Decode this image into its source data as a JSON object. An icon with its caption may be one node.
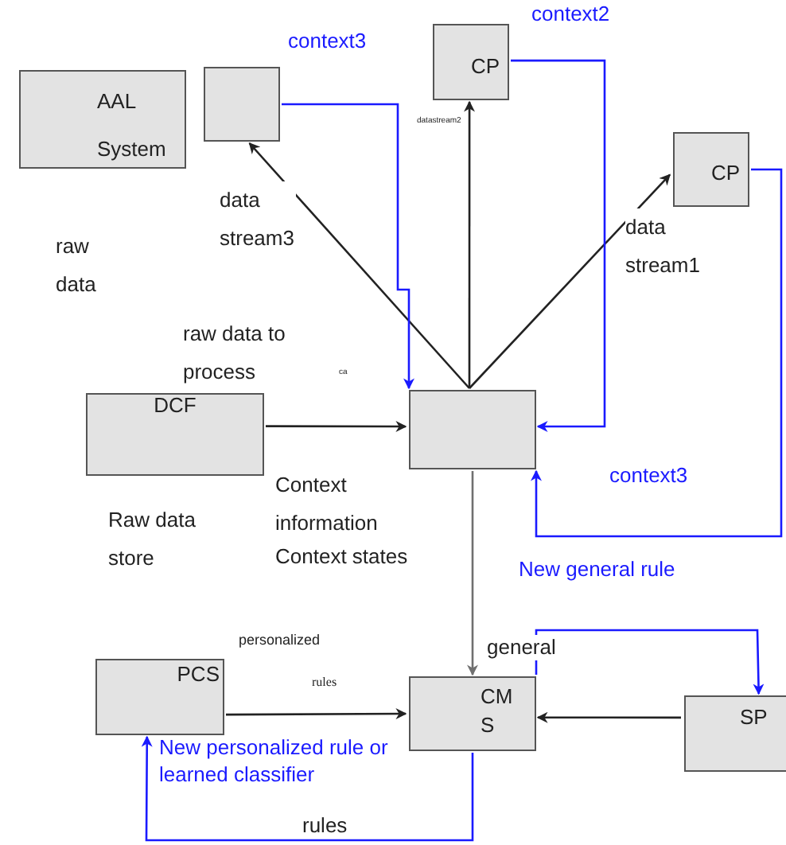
{
  "diagram": {
    "nodes": [
      {
        "text": [
          "AAL System"
        ]
      },
      {
        "text": [],
        "shape": "box"
      },
      {
        "text": [
          "CP"
        ]
      },
      {
        "text": [
          "CP"
        ]
      },
      {
        "text": [],
        "shape": "box"
      },
      {
        "text": [
          "DCF"
        ]
      },
      {
        "text": [
          "PCS"
        ]
      },
      {
        "text": [
          "CM S"
        ]
      },
      {
        "text": [
          "SP"
        ]
      }
    ],
    "edges": [
      {
        "from": 4,
        "to": 1,
        "arrow": "to",
        "label": "data stream3"
      },
      {
        "from": 4,
        "to": 2,
        "arrow": "to",
        "label": "datastream2"
      },
      {
        "from": 4,
        "to": 3,
        "arrow": "to",
        "label": "data stream1"
      },
      {
        "from": 5,
        "to": 4,
        "arrow": "to"
      },
      {
        "from": 1,
        "to": 4,
        "arrow": "to",
        "label": "context3",
        "color": "#1a1aff"
      },
      {
        "from": 2,
        "to": 4,
        "arrow": "to",
        "label": "context2",
        "color": "#1a1aff"
      },
      {
        "from": 3,
        "to": 4,
        "arrow": "to",
        "label": "context3",
        "color": "#1a1aff"
      },
      {
        "from": 4,
        "to": 7,
        "arrow": "to",
        "color": "#707070"
      },
      {
        "from": 6,
        "to": 7,
        "arrow": "to",
        "label": "rules"
      },
      {
        "from": 8,
        "to": 7,
        "arrow": "to"
      },
      {
        "from": 7,
        "to": 8,
        "arrow": "to",
        "color": "#1a1aff"
      },
      {
        "from": 7,
        "to": 6,
        "arrow": "to",
        "color": "#1a1aff"
      }
    ],
    "labels": [
      "raw data",
      "raw data to process",
      "ca",
      "Context information",
      "Context states",
      "Raw data store",
      "New general rule",
      "personalized",
      "general",
      "New personalized rule or learned classifier",
      "rules"
    ]
  }
}
